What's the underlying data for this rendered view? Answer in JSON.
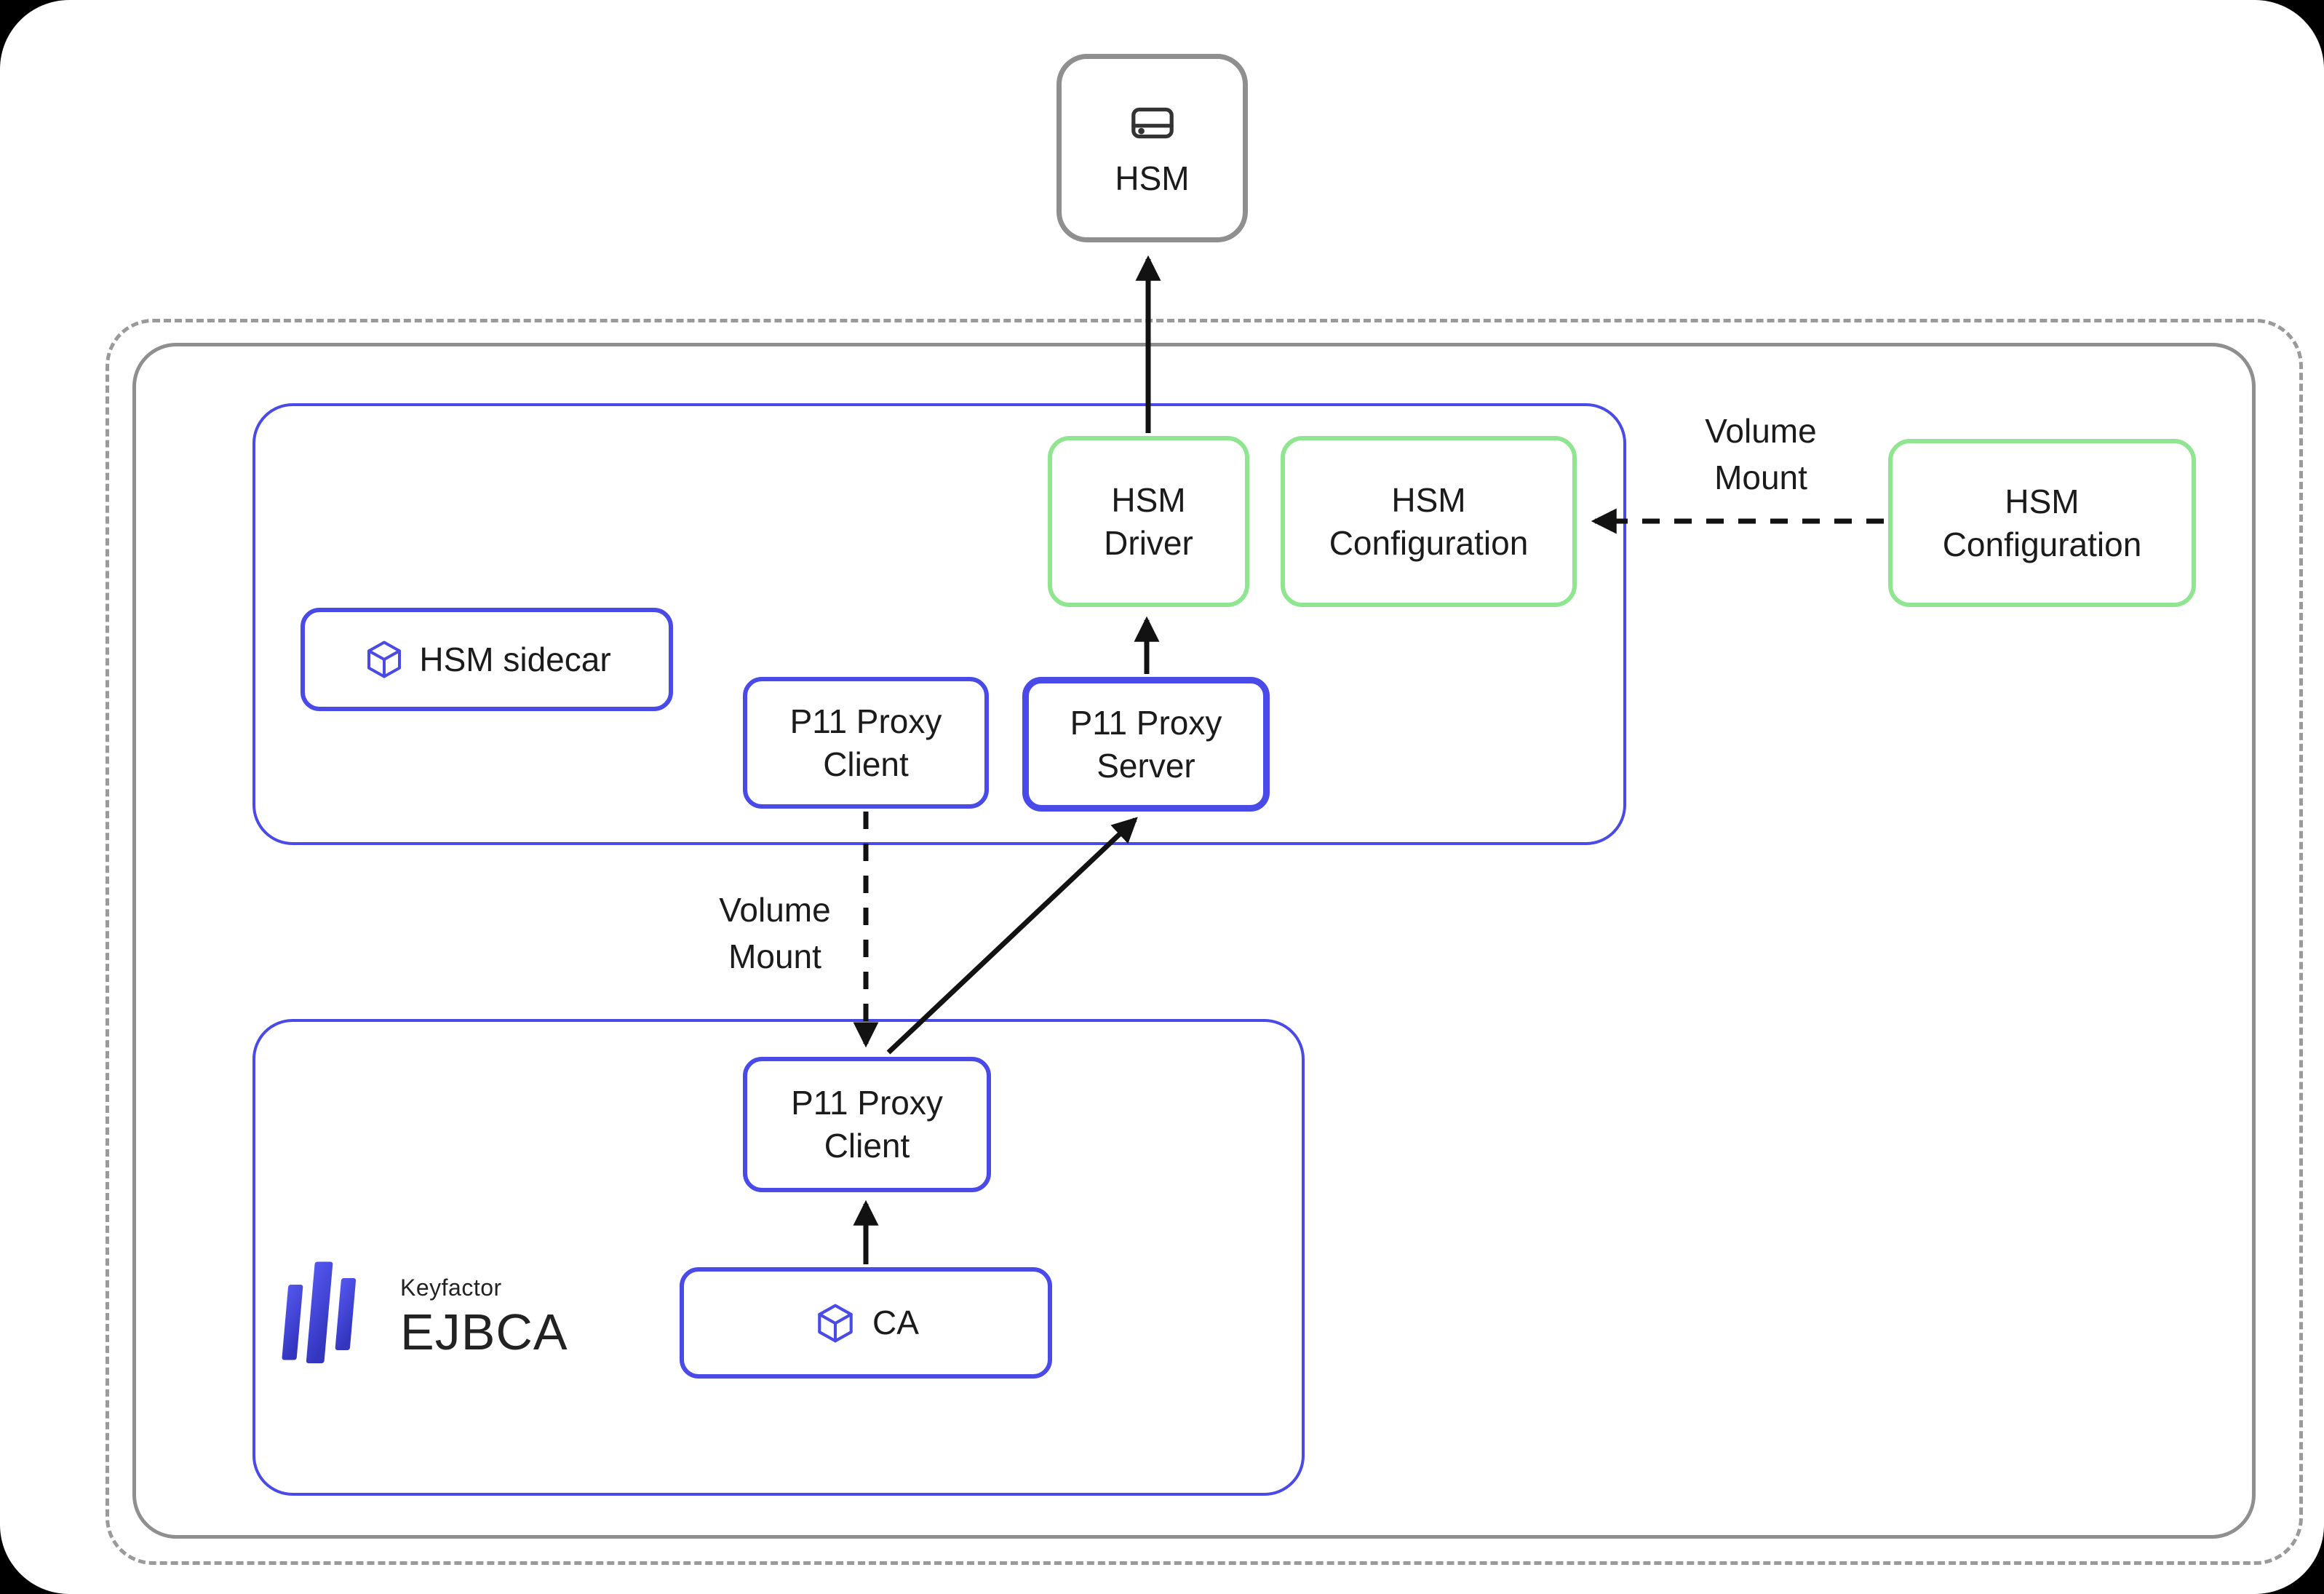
{
  "colors": {
    "blue": "#4a4ae8",
    "green": "#90e690",
    "gray": "#8f8f8f",
    "dashedgray": "#9a9a9a",
    "arrow": "#121212",
    "text": "#1b1b1b"
  },
  "nodes": {
    "hsm": {
      "label": "HSM",
      "icon": "hsm-drive-icon"
    },
    "hsm_sidecar": {
      "label": "HSM sidecar",
      "icon": "cube-icon"
    },
    "p11_proxy_client_sidecar": {
      "label": "P11 Proxy\nClient"
    },
    "p11_proxy_server": {
      "label": "P11 Proxy\nServer"
    },
    "hsm_driver": {
      "label": "HSM\nDriver"
    },
    "hsm_configuration_sidecar": {
      "label": "HSM\nConfiguration"
    },
    "hsm_configuration_external": {
      "label": "HSM\nConfiguration"
    },
    "p11_proxy_client_ejbca": {
      "label": "P11 Proxy\nClient"
    },
    "ca": {
      "label": "CA",
      "icon": "cube-icon"
    }
  },
  "edge_labels": {
    "volume_mount_external": "Volume\nMount",
    "volume_mount_internal": "Volume\nMount"
  },
  "logo": {
    "brand": "Keyfactor",
    "product": "EJBCA"
  }
}
